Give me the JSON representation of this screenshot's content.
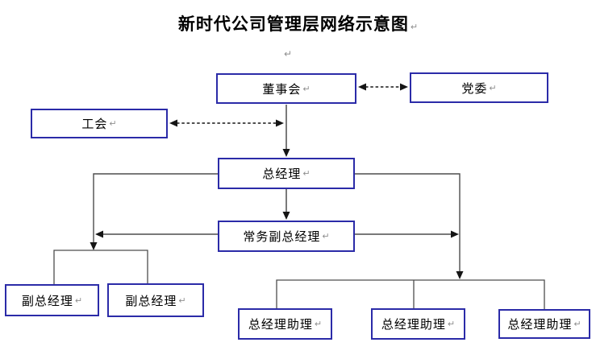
{
  "title": {
    "text": "新时代公司管理层网络示意图"
  },
  "marks": {
    "return": "↵"
  },
  "colors": {
    "box_border": "#2b2ba8",
    "box_background": "#ffffff",
    "connector_solid": "#4d4d4d",
    "connector_gray": "#7a7a7a",
    "connector_dashed": "#151515",
    "arrowhead": "#151515",
    "text": "#000000",
    "paragraph_mark": "#8f8f8f"
  },
  "nodes": {
    "board": {
      "label": "董事会"
    },
    "party": {
      "label": "党委"
    },
    "union": {
      "label": "工会"
    },
    "gm": {
      "label": "总经理"
    },
    "evp": {
      "label": "常务副总经理"
    },
    "dgm1": {
      "label": "副总经理"
    },
    "dgm2": {
      "label": "副总经理"
    },
    "agm1": {
      "label": "总经理助理"
    },
    "agm2": {
      "label": "总经理助理"
    },
    "agm3": {
      "label": "总经理助理"
    }
  },
  "edges": [
    {
      "from": "board",
      "to": "party",
      "style": "dashed",
      "arrows": "both"
    },
    {
      "from": "union",
      "to": "board-gm-line",
      "style": "dashed",
      "arrows": "both"
    },
    {
      "from": "board",
      "to": "gm",
      "style": "solid",
      "arrows": "to"
    },
    {
      "from": "gm",
      "to": "evp",
      "style": "solid",
      "arrows": "to"
    },
    {
      "from": "gm",
      "to": "deputy-gm-group",
      "style": "solid",
      "arrows": "to"
    },
    {
      "from": "gm",
      "to": "gm-assistant-group",
      "style": "solid",
      "arrows": "to"
    },
    {
      "from": "evp",
      "to": "deputy-gm-branch",
      "style": "solid",
      "arrows": "to"
    },
    {
      "from": "evp",
      "to": "gm-assistant-branch",
      "style": "solid",
      "arrows": "to"
    }
  ]
}
